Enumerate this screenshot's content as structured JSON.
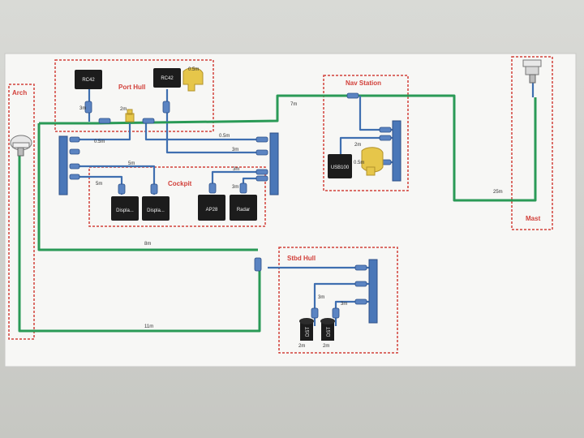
{
  "zones": {
    "arch": "Arch",
    "port_hull": "Port Hull",
    "nav_station": "Nav Station",
    "mast": "Mast",
    "cockpit": "Cockpit",
    "stbd_hull": "Stbd Hull"
  },
  "devices": {
    "rc42_left": "RC42",
    "rc42_right": "RC42",
    "display_1": "Displa...",
    "display_2": "Displa...",
    "ap28": "AP28",
    "radar": "Radar",
    "usb100": "USB100",
    "dst_1": "DST",
    "dst_2": "DST"
  },
  "cables": {
    "port_rc_left": "3m",
    "port_tee": "2m",
    "port_power": "0.5m",
    "port_backbone_a": "0.5m",
    "port_backbone_b": "0.5m",
    "port_backbone_c": "3m",
    "cockpit_display": "5m",
    "cockpit_display_2": "5m",
    "cockpit_ap": "3m",
    "cockpit_radar": "3m",
    "nav_main": "7m",
    "nav_usb": "2m",
    "nav_power": "0.5m",
    "mast_run": "25m",
    "arch_to_stbd": "8m",
    "stbd_bottom": "11m",
    "stbd_a": "3m",
    "stbd_b": "3m",
    "stbd_dst_1": "2m",
    "stbd_dst_2": "2m"
  },
  "colors": {
    "backbone": "#2a9a56",
    "drop": "#3f6fb0",
    "zone_border": "#d2403a",
    "device": "#1c1c1c",
    "power": "#e6c64a"
  }
}
